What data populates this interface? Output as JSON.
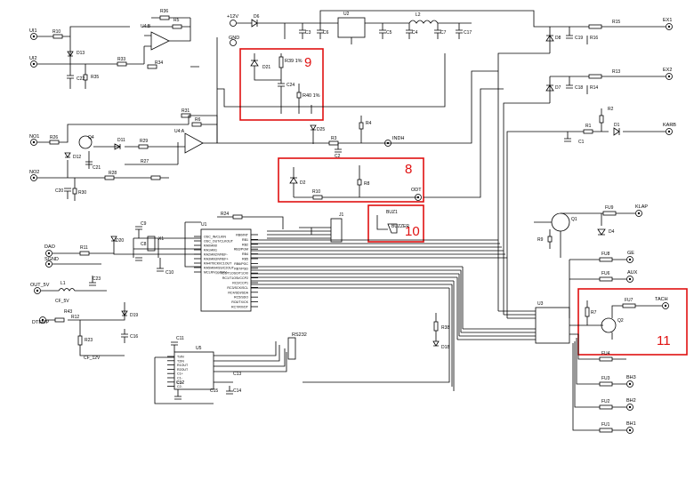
{
  "highlights": [
    {
      "id": "box-9",
      "label": "9"
    },
    {
      "id": "box-8",
      "label": "8"
    },
    {
      "id": "box-10",
      "label": "10"
    },
    {
      "id": "box-11",
      "label": "11"
    }
  ],
  "ports_left": {
    "u1": "UI1",
    "u2": "UI2",
    "no1": "NO1",
    "no2": "NO2",
    "dao": "DAO",
    "sgnd": "SGND",
    "out5v": "OUT_5V",
    "dtemp": "DTEMP"
  },
  "ports_right": {
    "ex1": "EX1",
    "ex2": "EX2",
    "karb": "KARB",
    "klap": "KLAP",
    "ge": "GE",
    "aux": "AUX",
    "tach": "TACH",
    "bh3": "BH3",
    "bh2": "BH2",
    "bh1": "BH1"
  },
  "ports_mid": {
    "indh": "INDH",
    "odt": "ODT",
    "rs232": "RS232"
  },
  "supply": {
    "p12v": "+12V",
    "gnd": "GND"
  },
  "refs": {
    "u4b": "U4:B",
    "u4a": "U4:A",
    "u2": "U2",
    "u1": "U1",
    "u3": "U3",
    "u5": "U5",
    "r36": "R36",
    "r5": "R5",
    "r10": "R10",
    "r33": "R33",
    "r34": "R34",
    "r35": "R35",
    "d13": "D13",
    "c22": "C22",
    "r31": "R31",
    "r6": "R6",
    "r26": "R26",
    "r29": "R29",
    "r28": "R28",
    "r27": "R27",
    "r30": "R30",
    "c20": "C20",
    "c21": "C21",
    "d11": "D11",
    "d12": "D12",
    "q4": "Q4",
    "d6": "D6",
    "c3": "C3",
    "c6": "C6",
    "c5": "C5",
    "c4": "C4",
    "c7": "C7",
    "c17": "C17",
    "l2": "L2",
    "d21": "D21",
    "r39": "R39 1%",
    "c24": "C24",
    "r40": "R40 1%",
    "d25": "D25",
    "r3": "R3",
    "r4": "R4",
    "c2": "C2",
    "d2": "D2",
    "r8": "R8",
    "r10b": "R10",
    "buz1": "BUZ1",
    "buzzer": "BUZZER",
    "j1": "J1",
    "r24": "R24",
    "c9": "C9",
    "c8": "C8",
    "x1": "X1",
    "c10": "C10",
    "d20": "D20",
    "r11": "R11",
    "c23": "C23",
    "l1": "L1",
    "cf5v": "CF_5V",
    "r43": "R43",
    "r12": "R12",
    "r23": "R23",
    "cf12v": "CF_12V",
    "d19": "D19",
    "c16": "C16",
    "c11": "C11",
    "c12": "C12",
    "c13": "C13",
    "c14": "C14",
    "c15": "C15",
    "r38": "R38",
    "d18": "D18",
    "d8": "D8",
    "c19": "C19",
    "r16": "R16",
    "r15": "R15",
    "d7": "D7",
    "c18": "C18",
    "r14": "R14",
    "r13": "R13",
    "r2": "R2",
    "r1": "R1",
    "c1": "C1",
    "d1": "D1",
    "q1": "Q1",
    "fu9": "FU9",
    "d4": "D4",
    "r9": "R9",
    "fu8": "FU8",
    "fu6": "FU6",
    "r7": "R7",
    "q2": "Q2",
    "fu7": "FU7",
    "fu4": "FU4",
    "fu3": "FU3",
    "fu2": "FU2",
    "fu1": "FU1"
  },
  "u1_pins_left": [
    "OSC_IN/CLKIN",
    "OSC_OUT/CLKOUT",
    "RA0/AN0",
    "RA1/AN1",
    "RA2/AN2/VREF-",
    "RA3/AN3/VREF+",
    "RA4/T0CKI/C1OUT",
    "RA5/AN4/SS/C2OUT",
    "MCLR/Vpp/THV"
  ],
  "u1_pins_right": [
    "RB0/INT",
    "RB1",
    "RB2",
    "RB3/PGM",
    "RB4",
    "RB5",
    "RB6/PGC",
    "RB7/PGD",
    "RC0/T1OSO/T1CKI",
    "RC1/T1OSI/CCP2",
    "RC2/CCP1",
    "RC3/SCK/SCL",
    "RC4/SDI/SDA",
    "RC5/SDO",
    "RC6/TX/CK",
    "RC7/RX/DT"
  ],
  "u5_pins": [
    "TxIN",
    "T2IN",
    "R1OUT",
    "R2OUT",
    "C1+",
    "C1-",
    "C2+",
    "C2-"
  ]
}
